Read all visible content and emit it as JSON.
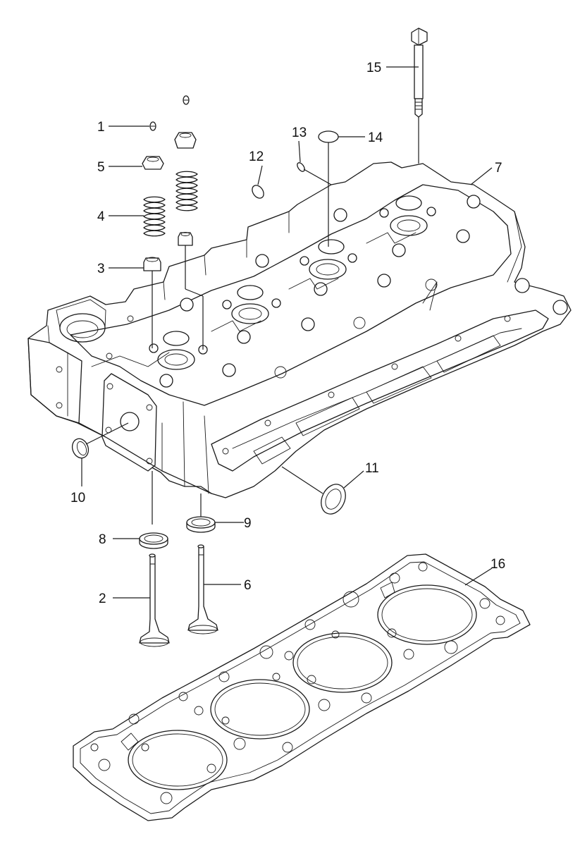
{
  "diagram": {
    "parts": [
      {
        "id": "p1",
        "label": "1",
        "name": "valve-cotter"
      },
      {
        "id": "p2",
        "label": "2",
        "name": "valve-exhaust"
      },
      {
        "id": "p3",
        "label": "3",
        "name": "valve-stem-seal"
      },
      {
        "id": "p4",
        "label": "4",
        "name": "valve-spring"
      },
      {
        "id": "p5",
        "label": "5",
        "name": "spring-retainer"
      },
      {
        "id": "p6",
        "label": "6",
        "name": "valve-intake"
      },
      {
        "id": "p7",
        "label": "7",
        "name": "cylinder-head"
      },
      {
        "id": "p8",
        "label": "8",
        "name": "valve-seat-insert"
      },
      {
        "id": "p9",
        "label": "9",
        "name": "valve-seat-insert-2"
      },
      {
        "id": "p10",
        "label": "10",
        "name": "side-plug"
      },
      {
        "id": "p11",
        "label": "11",
        "name": "water-plug"
      },
      {
        "id": "p12",
        "label": "12",
        "name": "o-ring-small"
      },
      {
        "id": "p13",
        "label": "13",
        "name": "o-ring-mini"
      },
      {
        "id": "p14",
        "label": "14",
        "name": "o-ring-large"
      },
      {
        "id": "p15",
        "label": "15",
        "name": "head-bolt"
      },
      {
        "id": "p16",
        "label": "16",
        "name": "head-gasket"
      }
    ]
  }
}
